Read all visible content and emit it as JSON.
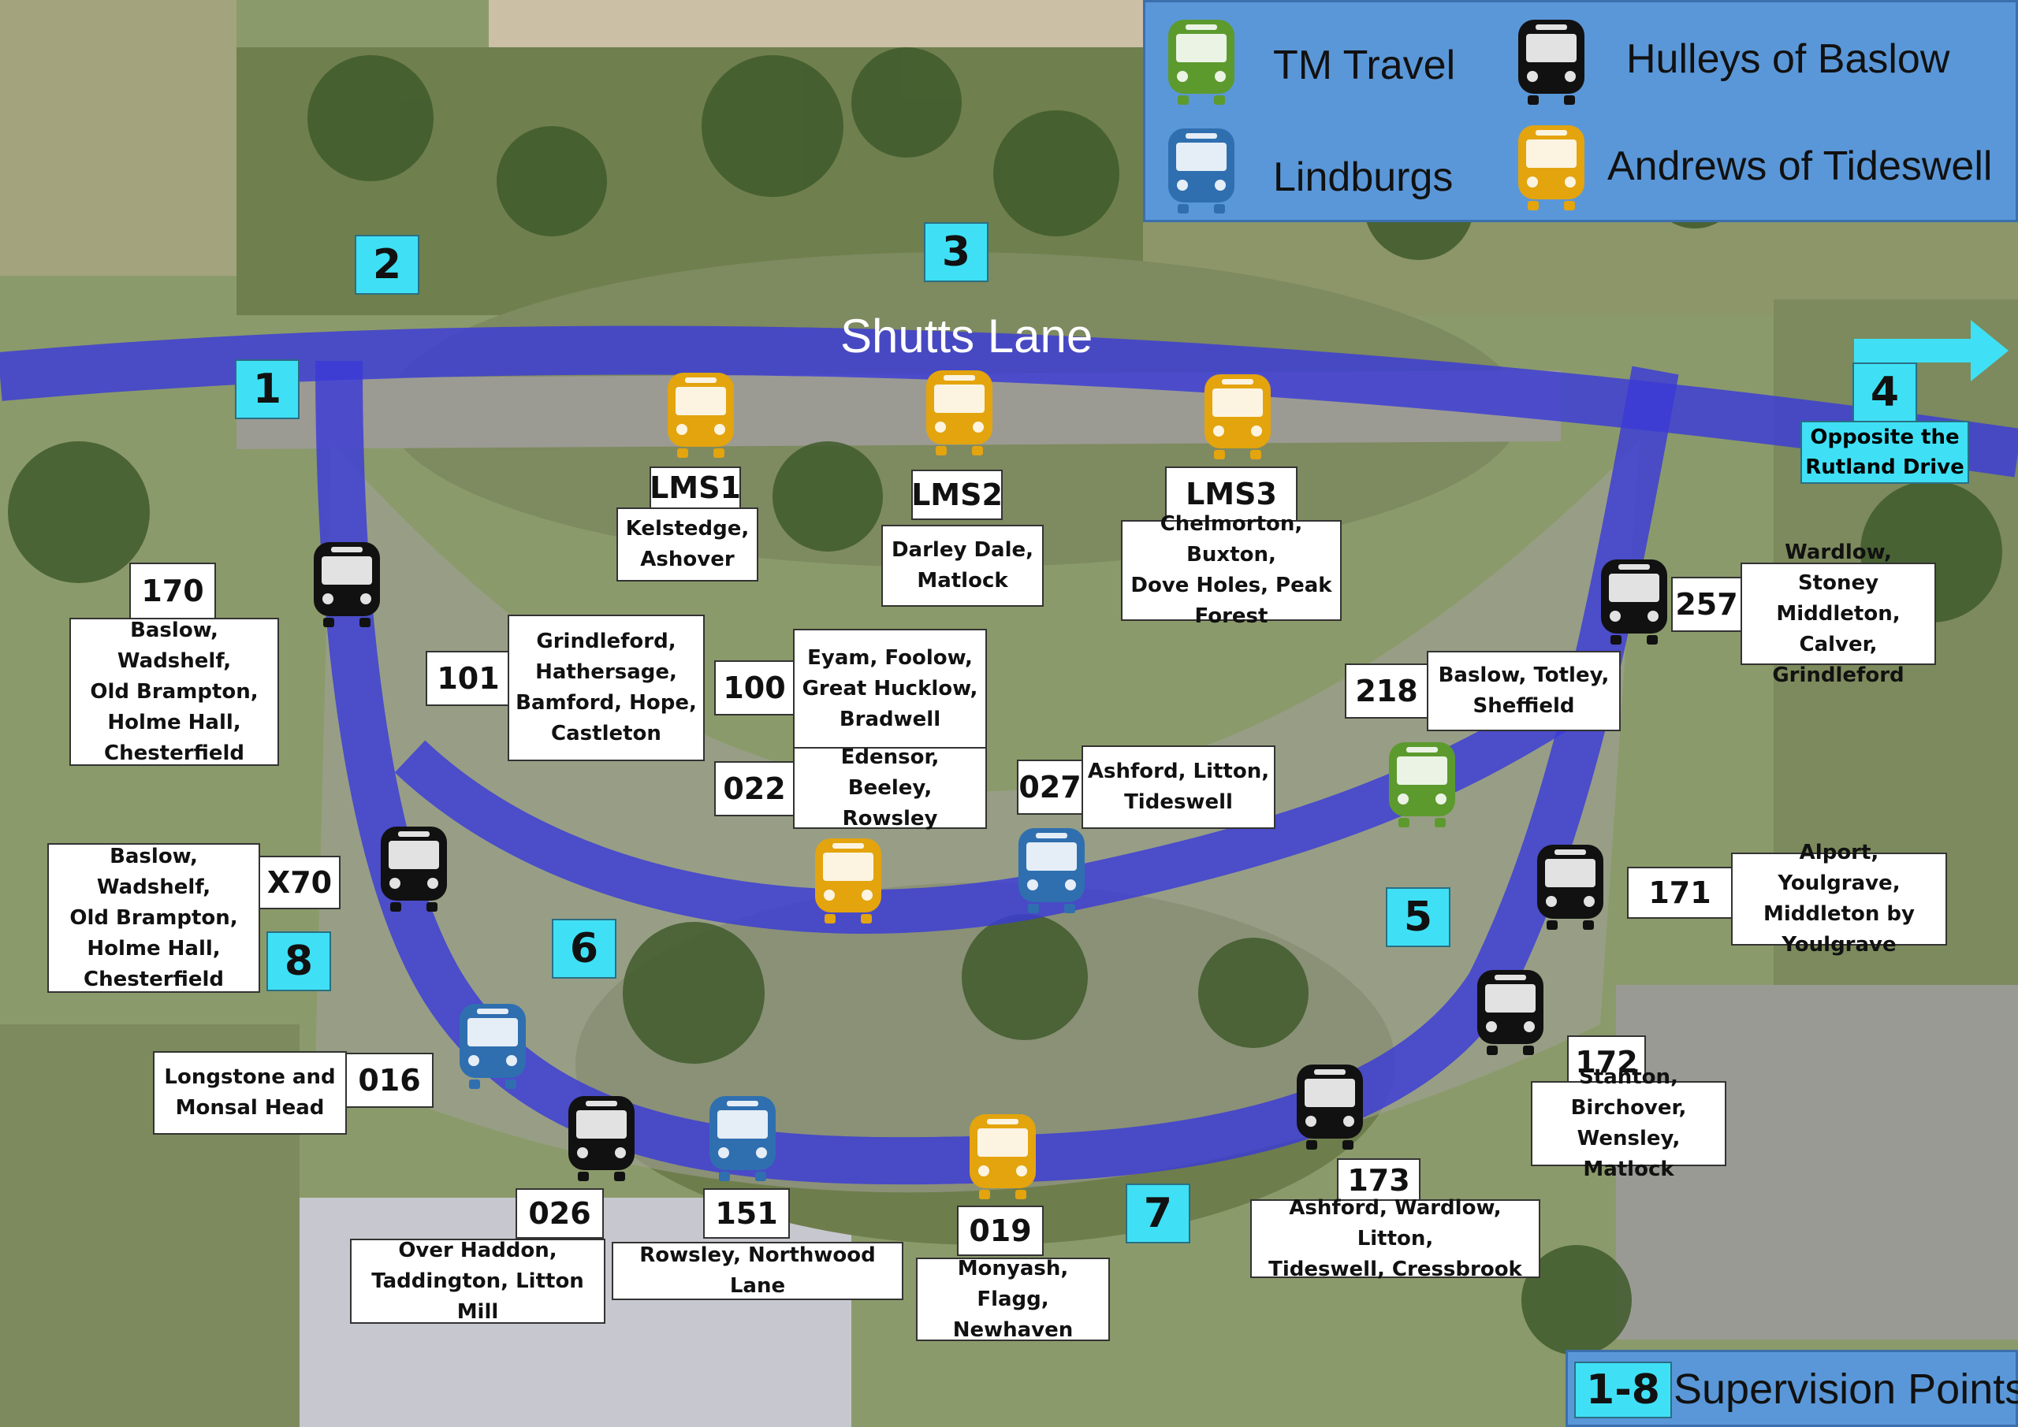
{
  "colors": {
    "tm_travel": "#5c9a2e",
    "lindburgs": "#2f6fb0",
    "hulleys": "#111111",
    "andrews": "#e3a40e",
    "route": "#3a3ad8",
    "supervision": "#3fe0f5"
  },
  "road_name": "Shutts Lane",
  "legend": {
    "operators": [
      {
        "name": "TM Travel",
        "color_key": "tm_travel"
      },
      {
        "name": "Hulleys of Baslow",
        "color_key": "hulleys"
      },
      {
        "name": "Lindburgs",
        "color_key": "lindburgs"
      },
      {
        "name": "Andrews of Tideswell",
        "color_key": "andrews"
      }
    ],
    "supervision_range": "1-8",
    "supervision_label": "Supervision Points"
  },
  "supervision_points": [
    "1",
    "2",
    "3",
    "4",
    "5",
    "6",
    "7",
    "8"
  ],
  "point4_note_line1": "Opposite the",
  "point4_note_line2": "Rutland Drive",
  "stops": [
    {
      "code": "LMS1",
      "dest": "Kelstedge,\nAshover",
      "operator": "andrews"
    },
    {
      "code": "LMS2",
      "dest": "Darley Dale,\nMatlock",
      "operator": "andrews"
    },
    {
      "code": "LMS3",
      "dest": "Chelmorton, Buxton,\nDove Holes, Peak\nForest",
      "operator": "andrews"
    },
    {
      "code": "170",
      "dest": "Baslow, Wadshelf,\nOld Brampton,\nHolme Hall,\nChesterfield",
      "operator": "hulleys"
    },
    {
      "code": "101",
      "dest": "Grindleford,\nHathersage,\nBamford, Hope,\nCastleton",
      "operator": ""
    },
    {
      "code": "100",
      "dest": "Eyam, Foolow,\nGreat Hucklow,\nBradwell",
      "operator": ""
    },
    {
      "code": "022",
      "dest": "Edensor, Beeley,\nRowsley",
      "operator": "andrews"
    },
    {
      "code": "027",
      "dest": "Ashford, Litton,\nTideswell",
      "operator": "lindburgs"
    },
    {
      "code": "218",
      "dest": "Baslow, Totley,\nSheffield",
      "operator": "tm_travel"
    },
    {
      "code": "257",
      "dest": "Wardlow, Stoney\nMiddleton, Calver,\nGrindleford",
      "operator": "hulleys"
    },
    {
      "code": "X70",
      "dest": "Baslow, Wadshelf,\nOld Brampton,\nHolme Hall,\nChesterfield",
      "operator": "hulleys"
    },
    {
      "code": "171",
      "dest": "Alport, Youlgrave,\nMiddleton by\nYoulgrave",
      "operator": "hulleys"
    },
    {
      "code": "016",
      "dest": "Longstone and\nMonsal Head",
      "operator": "lindburgs"
    },
    {
      "code": "172",
      "dest": "Stanton, Birchover,\nWensley, Matlock",
      "operator": "hulleys"
    },
    {
      "code": "173",
      "dest": "Ashford, Wardlow, Litton,\nTideswell, Cressbrook",
      "operator": "hulleys"
    },
    {
      "code": "026",
      "dest": "Over Haddon,\nTaddington, Litton Mill",
      "operator": "hulleys"
    },
    {
      "code": "151",
      "dest": "Rowsley, Northwood Lane",
      "operator": "lindburgs"
    },
    {
      "code": "019",
      "dest": "Monyash, Flagg,\nNewhaven",
      "operator": "andrews"
    }
  ]
}
